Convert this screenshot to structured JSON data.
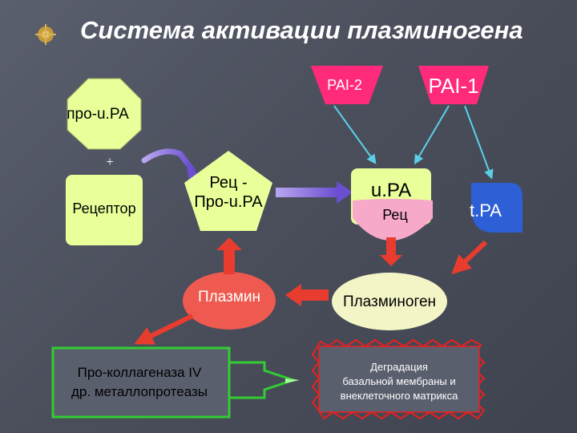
{
  "title": "Система активации плазминогена",
  "nodes": {
    "pai2": "PAI-2",
    "pai1": "PAI-1",
    "pro_upa": "про-u.PA",
    "plus": "+",
    "receptor": "Рецептор",
    "rec_pro_upa_line1": "Рец -",
    "rec_pro_upa_line2": "Про-u.PA",
    "upa": "u.PA",
    "rec": "Рец",
    "tpa": "t.PA",
    "plasmin": "Плазмин",
    "plasminogen": "Плазминоген",
    "procollagenase_line1": "Про-коллагеназа IV",
    "procollagenase_line2": "др. металлопротеазы",
    "degradation_line1": "Деградация",
    "degradation_line2": "базальной мембраны и",
    "degradation_line3": "внеклеточного матрикса"
  },
  "colors": {
    "background": "#4b4f5c",
    "title": "#ffffff",
    "pai": "#ff2a7a",
    "pai_text": "#ffffff",
    "yellow_green": "#e9ff99",
    "pale_yellow": "#f3f5c6",
    "plasmin": "#ee5a4f",
    "rec": "#f7a9c9",
    "tpa": "#2d5fd6",
    "arrow_red": "#e83c2e",
    "arrow_blue": "#5ad0e8",
    "arrow_purple": "#8a66dd",
    "box_green": "#33cc33",
    "box_red": "#e82020"
  }
}
